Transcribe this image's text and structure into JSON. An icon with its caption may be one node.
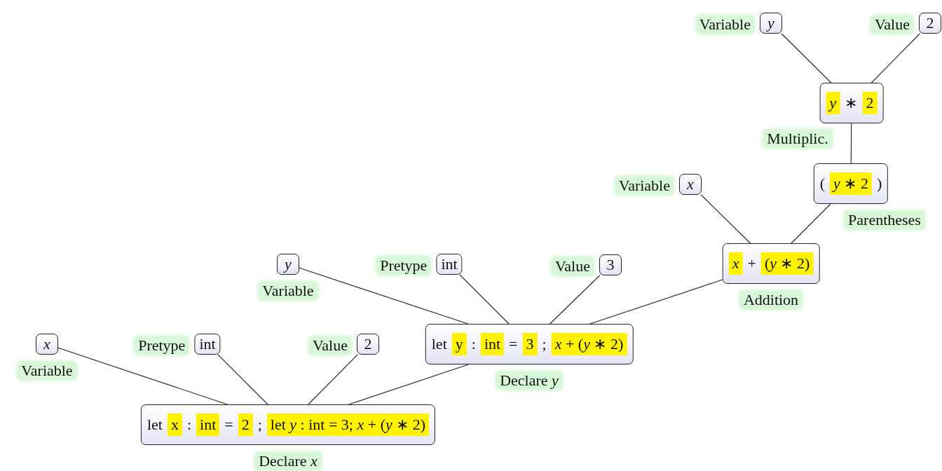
{
  "diagram": {
    "nodes": [
      {
        "text": [
          "y"
        ],
        "beside": [
          "Variable"
        ]
      },
      {
        "text": [
          "2"
        ],
        "beside": [
          "Value"
        ]
      },
      {
        "text": [
          "∗"
        ],
        "beside": [
          "Multiplic."
        ]
      },
      {
        "text": [
          "y"
        ],
        "in": 2
      },
      {
        "text": [
          "2"
        ],
        "in": 2
      },
      {
        "text": [
          "(",
          ")"
        ],
        "beside": [
          "Parentheses"
        ]
      },
      {
        "text": [
          "*y* ∗ 2"
        ],
        "in": 5
      },
      {
        "text": [
          "x"
        ],
        "beside": [
          "Variable"
        ]
      },
      {
        "text": [
          "+"
        ],
        "beside": [
          "Addition"
        ]
      },
      {
        "text": [
          "x"
        ],
        "in": 8
      },
      {
        "text": [
          "(*y* ∗ 2)"
        ],
        "in": 8
      },
      {
        "text": [
          "y"
        ],
        "beside": [
          "Variable"
        ]
      },
      {
        "text": [
          "int"
        ],
        "beside": [
          "Pretype"
        ]
      },
      {
        "text": [
          "3"
        ],
        "beside": [
          "Value"
        ]
      },
      {
        "text": [
          "let",
          ":",
          "=",
          ";"
        ],
        "beside": [
          "Declare *y*"
        ]
      },
      {
        "text": [
          "y"
        ],
        "in": 14
      },
      {
        "text": [
          "int"
        ],
        "in": 14
      },
      {
        "text": [
          "3"
        ],
        "in": 14
      },
      {
        "text": [
          "*x* + (*y* ∗ 2)"
        ],
        "in": 14
      },
      {
        "text": [
          "x"
        ],
        "beside": [
          "Variable"
        ]
      },
      {
        "text": [
          "int"
        ],
        "beside": [
          "Pretype"
        ]
      },
      {
        "text": [
          "2"
        ],
        "beside": [
          "Value"
        ]
      },
      {
        "text": [
          "let",
          ":",
          "=",
          ";"
        ],
        "beside": [
          "Declare *x*"
        ]
      },
      {
        "text": [
          "x"
        ],
        "in": 22
      },
      {
        "text": [
          "int"
        ],
        "in": 22
      },
      {
        "text": [
          "2"
        ],
        "in": 22
      },
      {
        "text": [
          "let *y* : int = 3; *x* + (*y* ∗ 2)"
        ],
        "in": 22
      }
    ],
    "edges": [
      {
        "from": 2,
        "to": 0,
        "arrow": "none"
      },
      {
        "from": 2,
        "to": 1,
        "arrow": "none"
      },
      {
        "from": 5,
        "to": 2,
        "arrow": "none"
      },
      {
        "from": 8,
        "to": 5,
        "arrow": "none"
      },
      {
        "from": 8,
        "to": 7,
        "arrow": "none"
      },
      {
        "from": 14,
        "to": 11,
        "arrow": "none"
      },
      {
        "from": 14,
        "to": 12,
        "arrow": "none"
      },
      {
        "from": 14,
        "to": 13,
        "arrow": "none"
      },
      {
        "from": 14,
        "to": 8,
        "arrow": "none"
      },
      {
        "from": 22,
        "to": 19,
        "arrow": "none"
      },
      {
        "from": 22,
        "to": 20,
        "arrow": "none"
      },
      {
        "from": 22,
        "to": 21,
        "arrow": "none"
      },
      {
        "from": 22,
        "to": 14,
        "arrow": "none"
      }
    ]
  }
}
